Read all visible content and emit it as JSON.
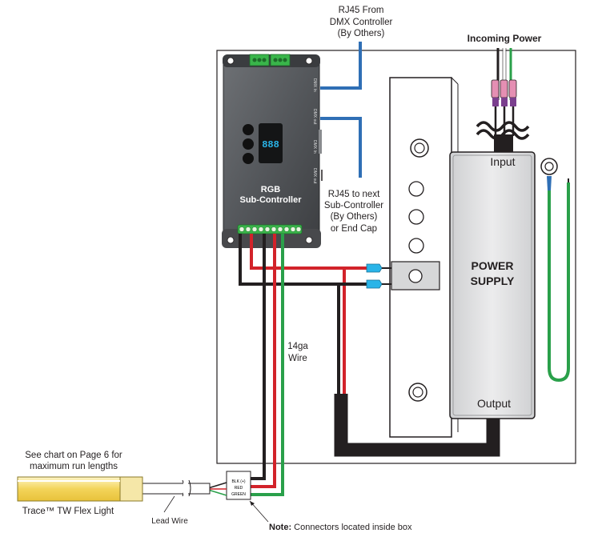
{
  "labels": {
    "rj45_from": [
      "RJ45 From",
      "DMX Controller",
      "(By Others)"
    ],
    "incoming_power": "Incoming Power",
    "controller": [
      "RGB",
      "Sub-Controller"
    ],
    "rj45_next": [
      "RJ45 to next",
      "Sub-Controller",
      "(By Others)",
      "or End Cap"
    ],
    "input": "Input",
    "power_supply": [
      "POWER",
      "SUPPLY"
    ],
    "output": "Output",
    "wire": [
      "14ga",
      "Wire"
    ],
    "run_note": [
      "See chart on Page 6 for",
      "maximum run lengths"
    ],
    "light": "Trace™ TW Flex Light",
    "lead_wire": "Lead Wire",
    "note_bold": "Note:",
    "note_text": " Connectors located inside box",
    "connector_rows": [
      "BLK (+)",
      "RED",
      "GREEN"
    ],
    "port_labels": [
      "DMX In",
      "DMX out",
      "DMX In",
      "DMX out"
    ],
    "display": "888"
  },
  "colors": {
    "red": "#d2232a",
    "green": "#2aa04a",
    "blue": "#2f6fb5",
    "black": "#231f20",
    "controller_body": "#55585c",
    "display_digits": "#2ab4e8",
    "supply_body": "#e1e2e3"
  }
}
